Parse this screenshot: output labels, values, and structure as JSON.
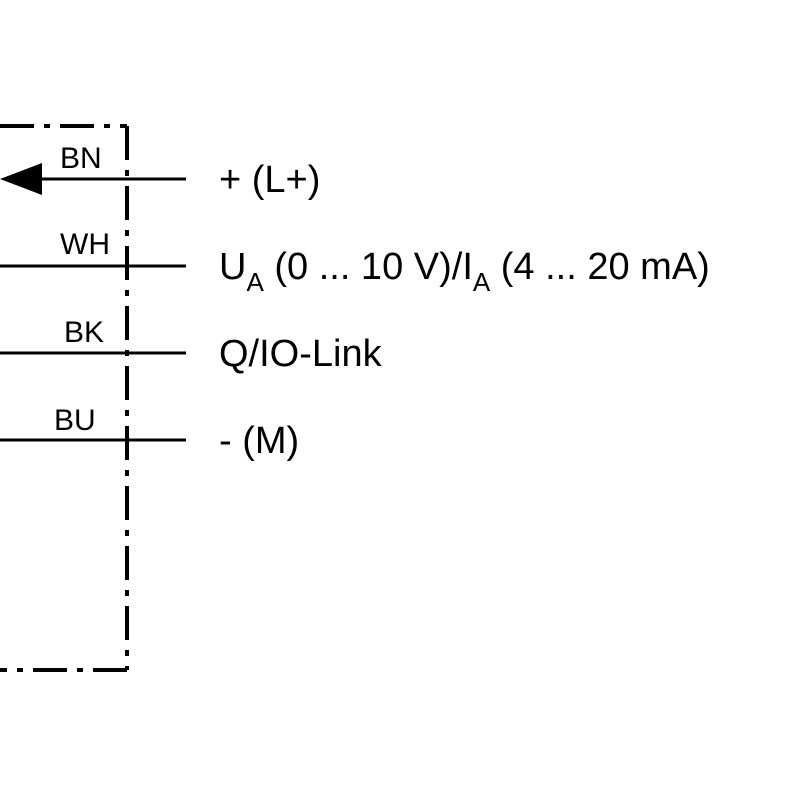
{
  "diagram": {
    "line_color": "#000000",
    "background": "#ffffff",
    "connections": [
      {
        "wire_code": "BN",
        "signal": "+ (L+)",
        "arrow": "left-arrow"
      },
      {
        "wire_code": "WH",
        "signal_parts": [
          {
            "text": "U"
          },
          {
            "text": "A",
            "sub": true
          },
          {
            "text": " (0 ... 10 V)/I"
          },
          {
            "text": "A",
            "sub": true
          },
          {
            "text": " (4 ... 20 mA)"
          }
        ]
      },
      {
        "wire_code": "BK",
        "signal": "Q/IO-Link"
      },
      {
        "wire_code": "BU",
        "signal": "- (M)"
      }
    ]
  }
}
